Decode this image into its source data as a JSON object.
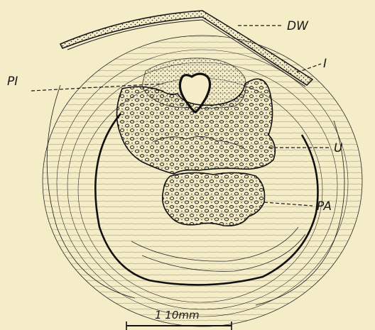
{
  "labels": {
    "dw": "DW",
    "i": "I",
    "pi": "PI",
    "u": "U",
    "pa": "PA"
  },
  "scale_bar": {
    "text": "1 10mm"
  },
  "colors": {
    "background": "#f5ecc8",
    "ink": "#1a1a1a"
  }
}
